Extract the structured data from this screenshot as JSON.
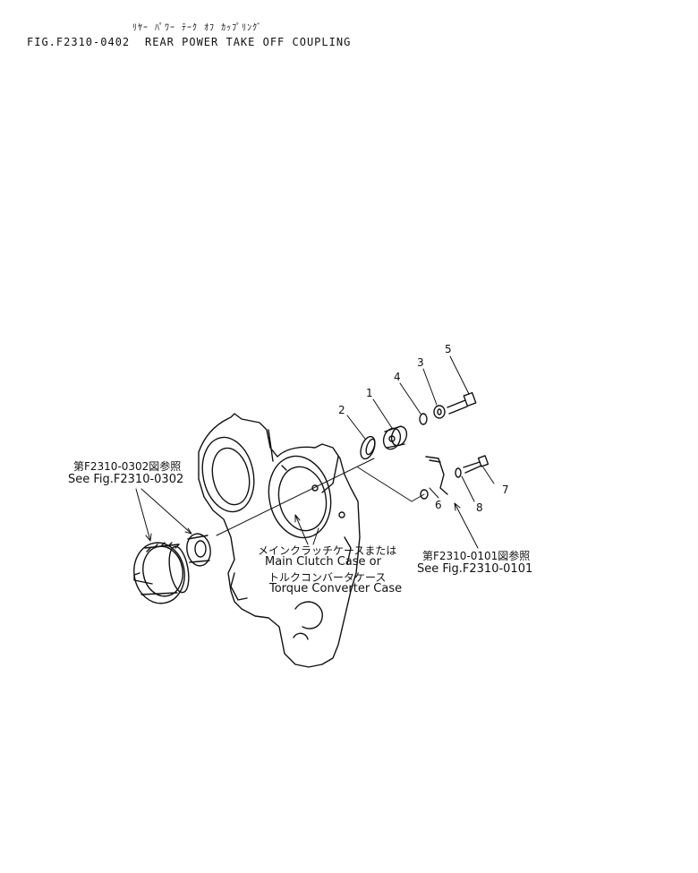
{
  "header": {
    "kana_title": "ﾘﾔｰ ﾊﾟﾜｰ ﾃｰｸ ｵﾌ ｶｯﾌﾟﾘﾝｸﾞ",
    "fig_number": "FIG.F2310-0402",
    "title": "REAR POWER TAKE OFF COUPLING"
  },
  "callouts": {
    "ref_0302_jp": "第F2310-0302図参照",
    "ref_0302_en": "See Fig.F2310-0302",
    "case_jp1": "メインクラッチケースまたは",
    "case_en1": "Main Clutch Case or",
    "case_jp2": "トルクコンバータケース",
    "case_en2": "Torque Converter Case",
    "ref_0101_jp": "第F2310-0101図参照",
    "ref_0101_en": "See Fig.F2310-0101"
  },
  "part_numbers": [
    "1",
    "2",
    "3",
    "4",
    "5",
    "6",
    "7",
    "8"
  ]
}
